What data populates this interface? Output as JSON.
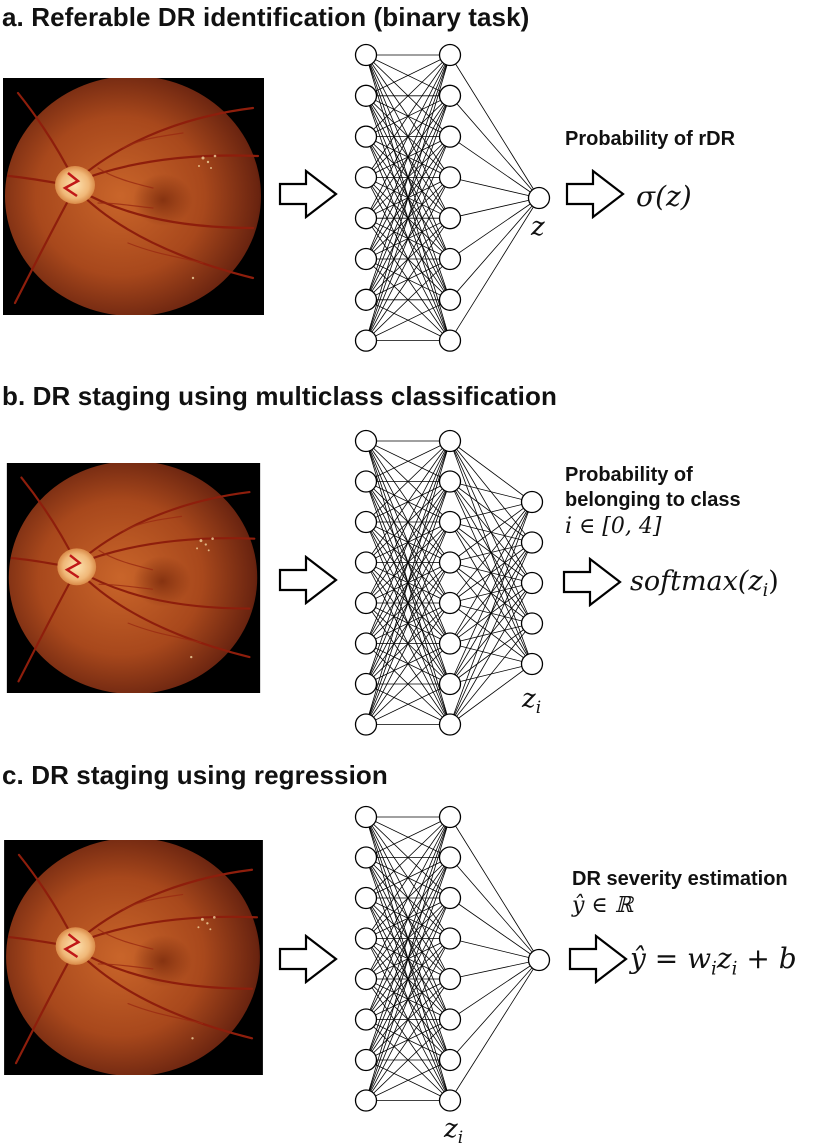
{
  "panels": [
    {
      "title": "a. Referable DR identification (binary task)",
      "output_label": "Probability of rDR",
      "output_symbol": "z",
      "output_formula": "σ(z)"
    },
    {
      "title": "b. DR staging using multiclass classification",
      "output_label_line1": "Probability of",
      "output_label_line2": "belonging to class",
      "class_range": "i ∈ [0, 4]",
      "output_symbol": "z",
      "output_symbol_sub": "i",
      "output_formula": "softmax(z",
      "output_formula_sub": "i",
      "output_formula_end": ")"
    },
    {
      "title": "c. DR staging using regression",
      "output_label": "DR severity estimation",
      "output_range": "ŷ ∈ ℝ",
      "output_symbol": "z",
      "output_symbol_sub": "i",
      "output_formula": "ŷ = w",
      "output_formula_sub1": "i",
      "output_formula_mid": "z",
      "output_formula_sub2": "i",
      "output_formula_end": " + b"
    }
  ],
  "colors": {
    "fundus_center": "#d9722e",
    "fundus_edge": "#5a1a08",
    "optic_disc": "#f4c38a",
    "line": "#000000"
  },
  "icons": [
    "fundus-image",
    "arrow-right-icon",
    "neural-network"
  ]
}
